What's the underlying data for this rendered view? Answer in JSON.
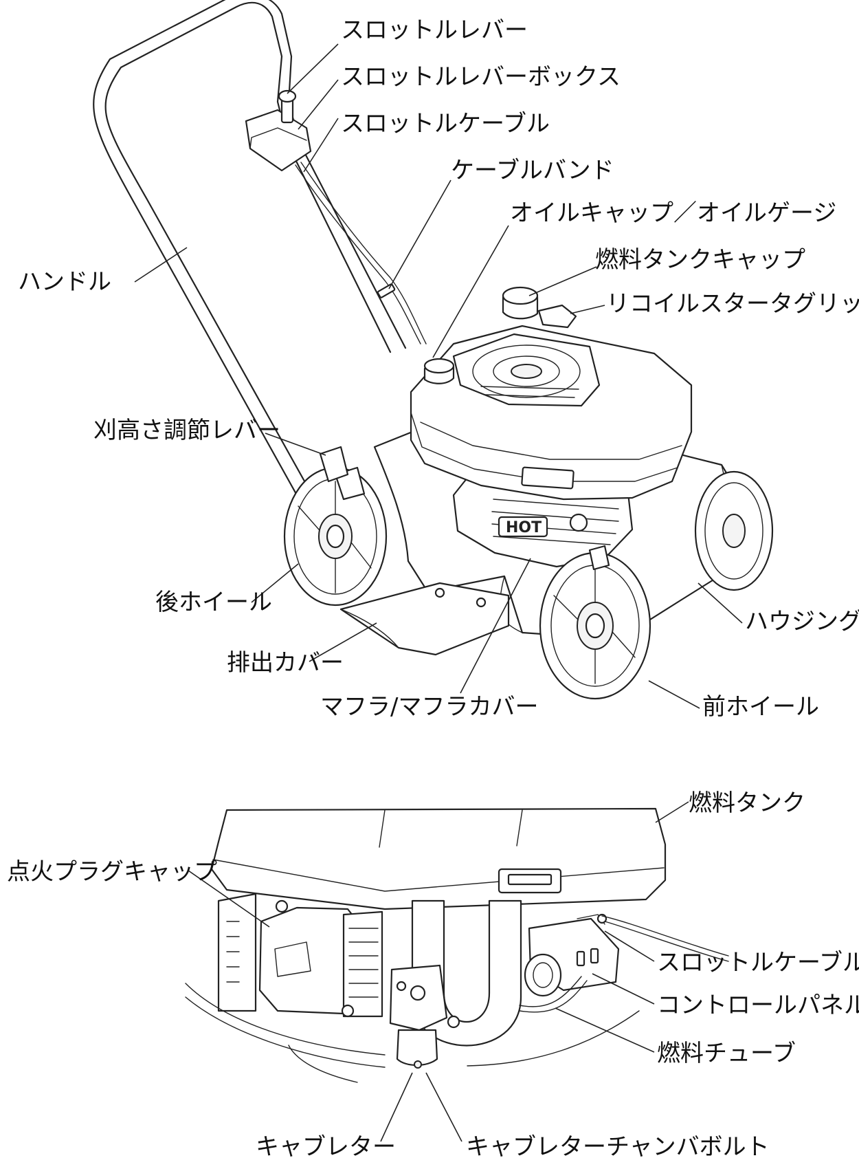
{
  "labels_top": {
    "throttle_lever": "スロットルレバー",
    "throttle_lever_box": "スロットルレバーボックス",
    "throttle_cable": "スロットルケーブル",
    "cable_band": "ケーブルバンド",
    "oil_cap": "オイルキャップ／オイルゲージ",
    "fuel_tank_cap": "燃料タンクキャップ",
    "recoil_grip": "リコイルスタータグリップ",
    "handle": "ハンドル",
    "height_lever": "刈高さ調節レバー",
    "rear_wheel": "後ホイール",
    "housing": "ハウジング",
    "discharge_cover": "排出カバー",
    "muffler": "マフラ/マフラカバー",
    "front_wheel": "前ホイール"
  },
  "engine_stamp": "HOT",
  "labels_bottom": {
    "fuel_tank": "燃料タンク",
    "spark_plug_cap": "点火プラグキャップ",
    "throttle_cable": "スロットルケーブル",
    "control_panel": "コントロールパネル",
    "fuel_tube": "燃料チューブ",
    "carburetor": "キャブレター",
    "carburetor_bolt": "キャブレターチャンバボルト"
  }
}
